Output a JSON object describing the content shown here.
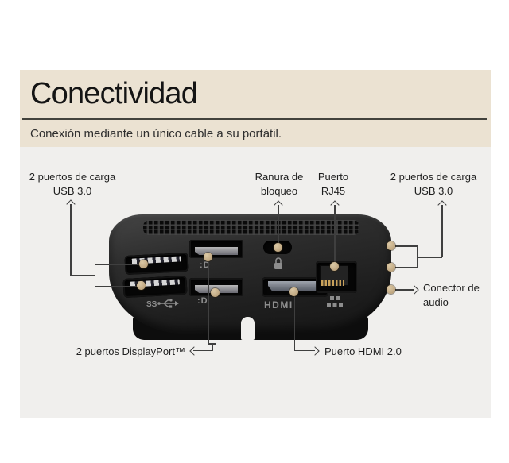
{
  "header": {
    "title": "Conectividad",
    "subtitle": "Conexión mediante un único cable a su portátil."
  },
  "callouts": {
    "usb_left": {
      "lines": [
        "2 puertos de carga",
        "USB 3.0"
      ]
    },
    "lock": {
      "lines": [
        "Ranura de",
        "bloqueo"
      ]
    },
    "rj45": {
      "lines": [
        "Puerto",
        "RJ45"
      ]
    },
    "usb_right": {
      "lines": [
        "2 puertos de carga",
        "USB 3.0"
      ]
    },
    "audio": {
      "lines": [
        "Conector de",
        "audio"
      ]
    },
    "displayport": {
      "label": "2 puertos DisplayPort™"
    },
    "hdmi": {
      "label": "Puerto HDMI 2.0"
    }
  },
  "device": {
    "markings": {
      "usb_superspeed": "SS",
      "displayport": ":D",
      "hdmi": "HDMI"
    }
  },
  "colors": {
    "header_bg": "#ebe2d2",
    "panel_bg": "#f0efed",
    "line": "#3f3f3f",
    "dot": "#c3ab85",
    "device_body": "#2d2d2d"
  }
}
